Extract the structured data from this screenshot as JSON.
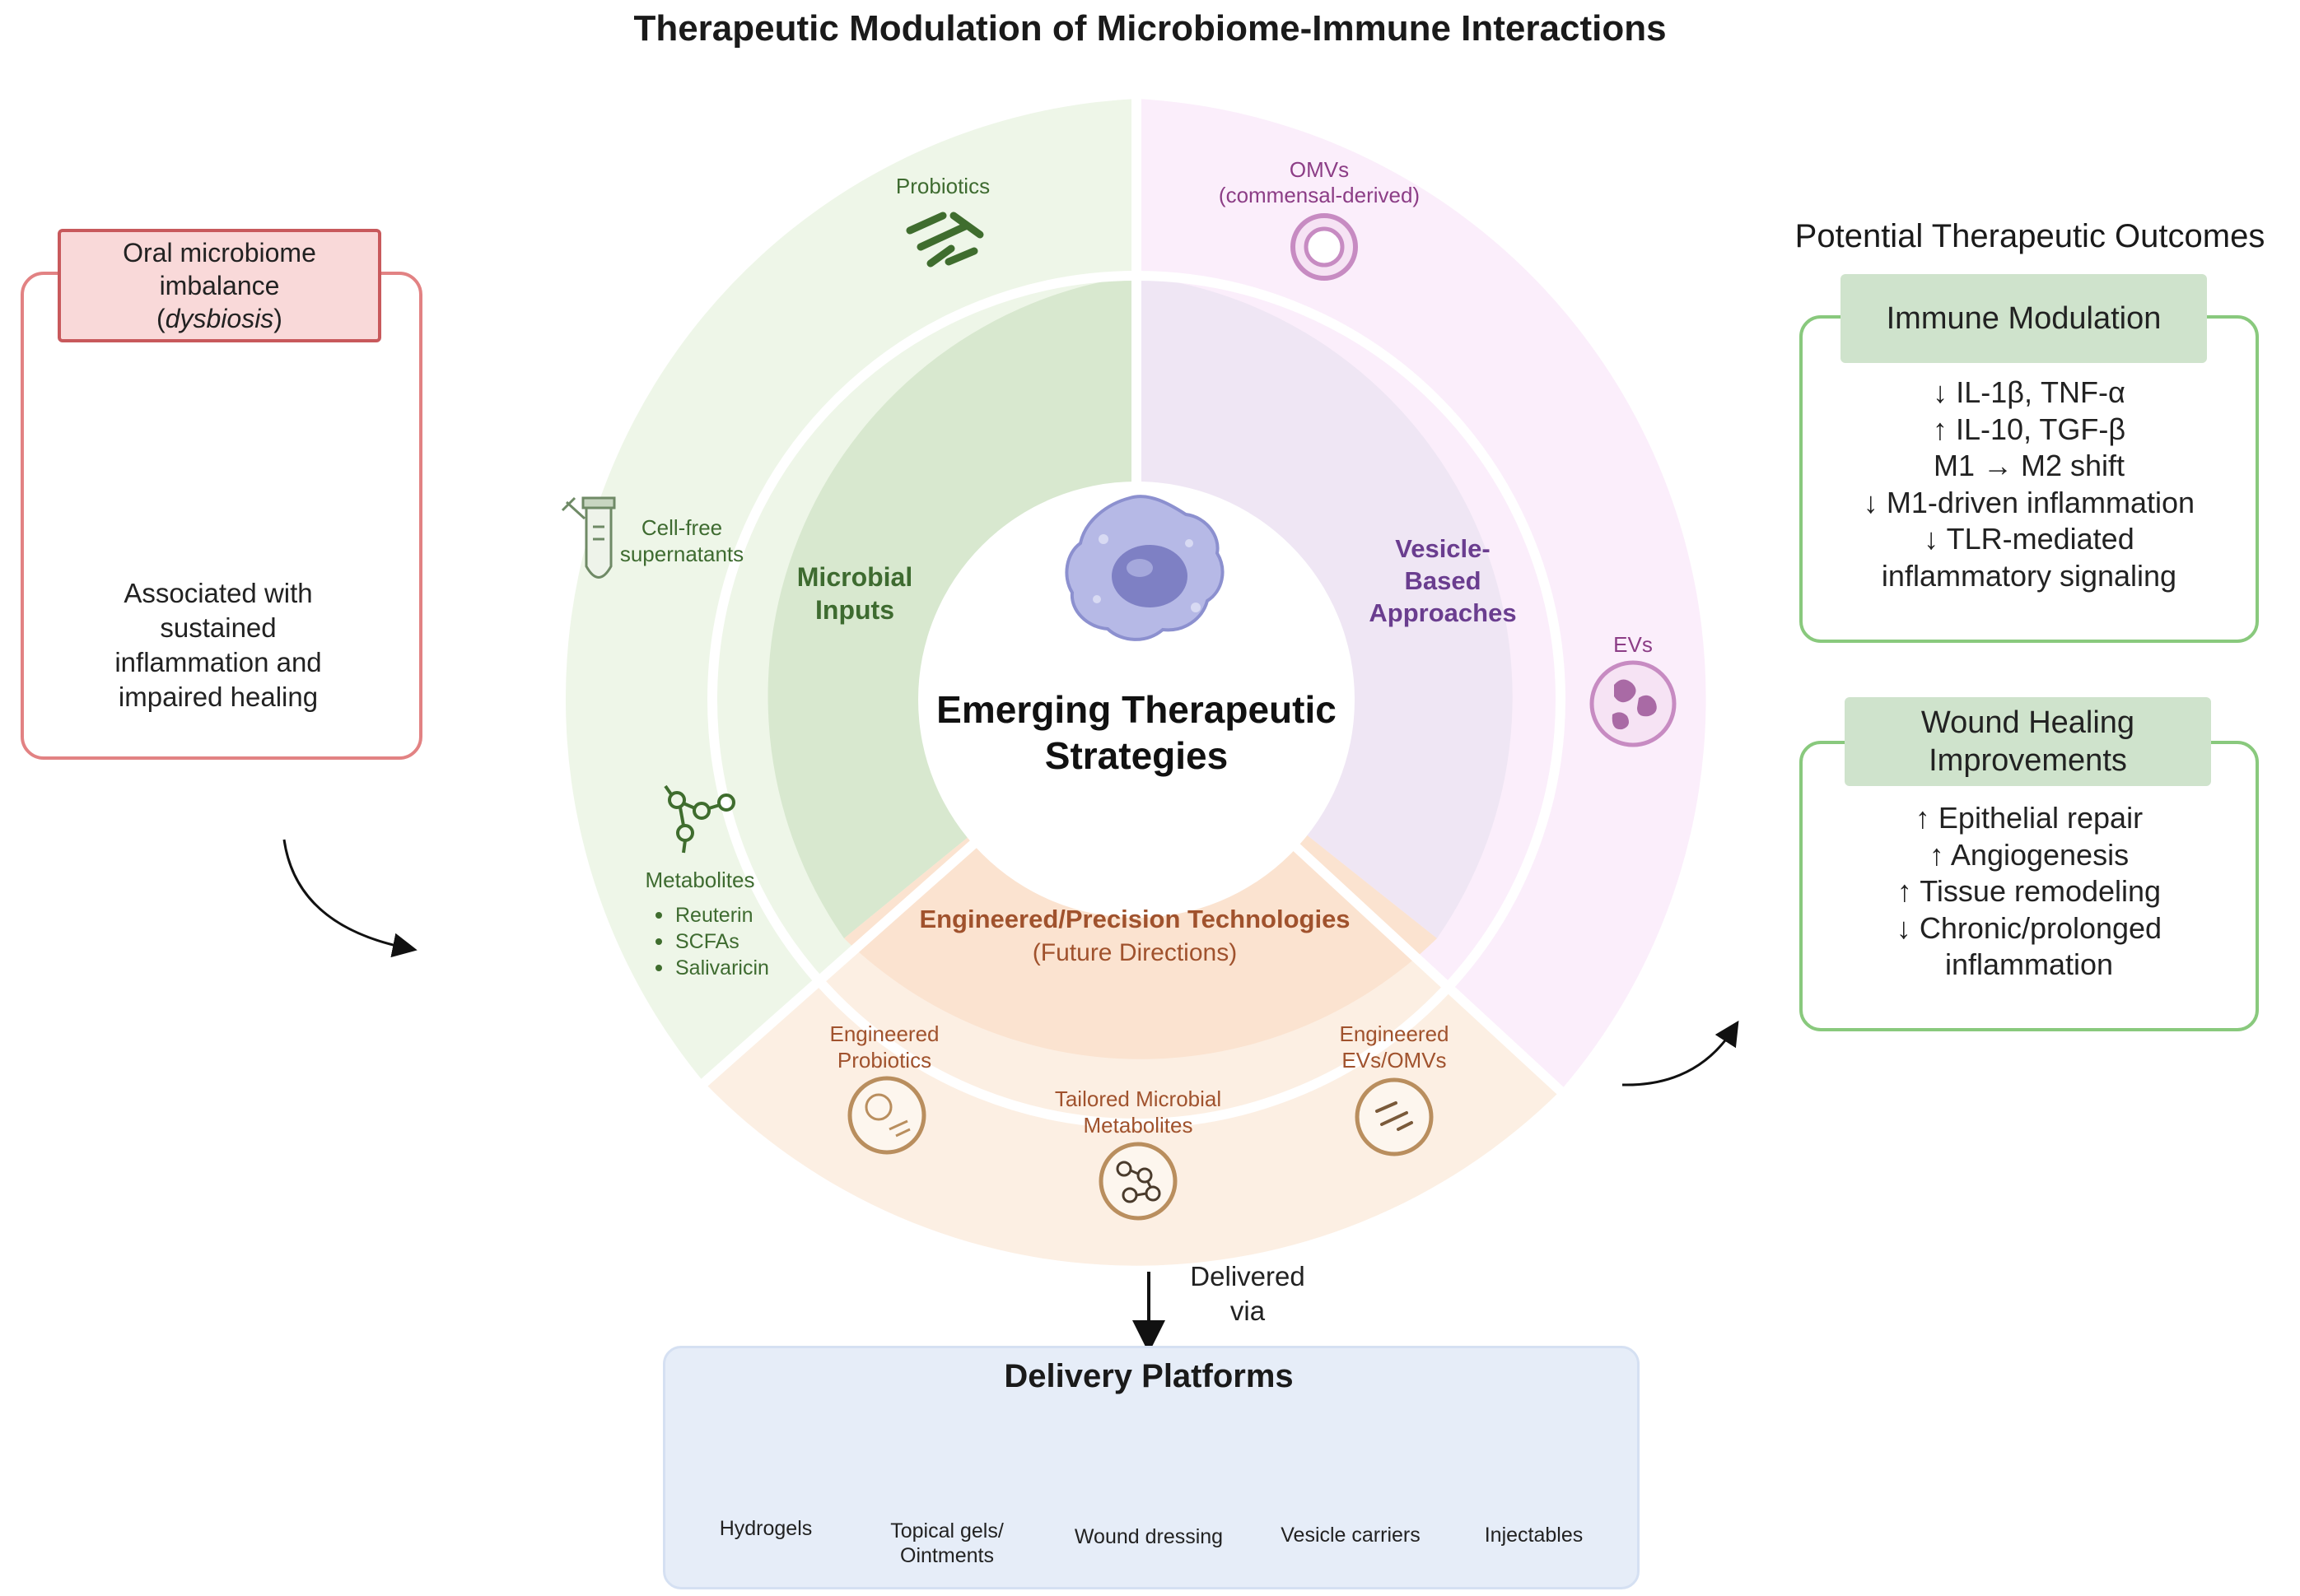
{
  "title": "Therapeutic Modulation of Microbiome-Immune Interactions",
  "dysbiosis": {
    "header_line1": "Oral microbiome",
    "header_line2": "imbalance",
    "header_line3_prefix": "(",
    "header_line3_italic": "dysbiosis",
    "header_line3_suffix": ")",
    "desc_lines": [
      "Associated with",
      "sustained",
      "inflammation and",
      "impaired healing"
    ]
  },
  "center": {
    "title_lines": [
      "Emerging Therapeutic",
      "Strategies"
    ]
  },
  "microbial_inputs": {
    "label_lines": [
      "Microbial",
      "Inputs"
    ],
    "probiotics": "Probiotics",
    "cellfree_lines": [
      "Cell-free",
      "supernatants"
    ],
    "metabolites": "Metabolites",
    "metabolite_items": [
      "Reuterin",
      "SCFAs",
      "Salivaricin"
    ]
  },
  "vesicle": {
    "label_lines": [
      "Vesicle-",
      "Based",
      "Approaches"
    ],
    "omvs_lines": [
      "OMVs",
      "(commensal-derived)"
    ],
    "evs": "EVs"
  },
  "engineered": {
    "title": "Engineered/Precision Technologies",
    "subtitle": "(Future Directions)",
    "probiotics_lines": [
      "Engineered",
      "Probiotics"
    ],
    "tailored_lines": [
      "Tailored Microbial",
      "Metabolites"
    ],
    "evs_lines": [
      "Engineered",
      "EVs/OMVs"
    ]
  },
  "outcomes": {
    "title": "Potential Therapeutic Outcomes",
    "immune": {
      "header": "Immune Modulation",
      "items": [
        "↓ IL-1β, TNF-α",
        "↑ IL-10, TGF-β",
        "M1 → M2 shift",
        "↓ M1-driven inflammation",
        "↓ TLR-mediated",
        "inflammatory signaling"
      ]
    },
    "wound": {
      "header_lines": [
        "Wound Healing",
        "Improvements"
      ],
      "items": [
        "↑ Epithelial repair",
        "↑ Angiogenesis",
        "↑ Tissue remodeling",
        "↓ Chronic/prolonged",
        "inflammation"
      ]
    }
  },
  "delivery": {
    "delivered_lines": [
      "Delivered",
      "via"
    ],
    "title": "Delivery Platforms",
    "platforms": [
      {
        "lines": [
          "Hydrogels"
        ],
        "icon": "hydrogel-icon"
      },
      {
        "lines": [
          "Topical gels/",
          "Ointments"
        ],
        "icon": "ointment-tube-icon"
      },
      {
        "lines": [
          "Wound dressing"
        ],
        "icon": "wound-dressing-icon"
      },
      {
        "lines": [
          "Vesicle carriers"
        ],
        "icon": "vesicle-carrier-icon"
      },
      {
        "lines": [
          "Injectables"
        ],
        "icon": "syringe-icon"
      }
    ]
  },
  "colors": {
    "green_outer": "#eef6e8",
    "green_inner": "#d8e8cf",
    "pink_outer": "#fbeefb",
    "pink_inner": "#efe6f4",
    "peach_outer": "#fcefe3",
    "peach_inner": "#fbe3d0",
    "dysbiosis_border": "#e28283",
    "outcome_border": "#89c97d",
    "microbial_text": "#3e6b30",
    "vesicle_text": "#6a3d8f",
    "engineered_text": "#a0522d"
  }
}
